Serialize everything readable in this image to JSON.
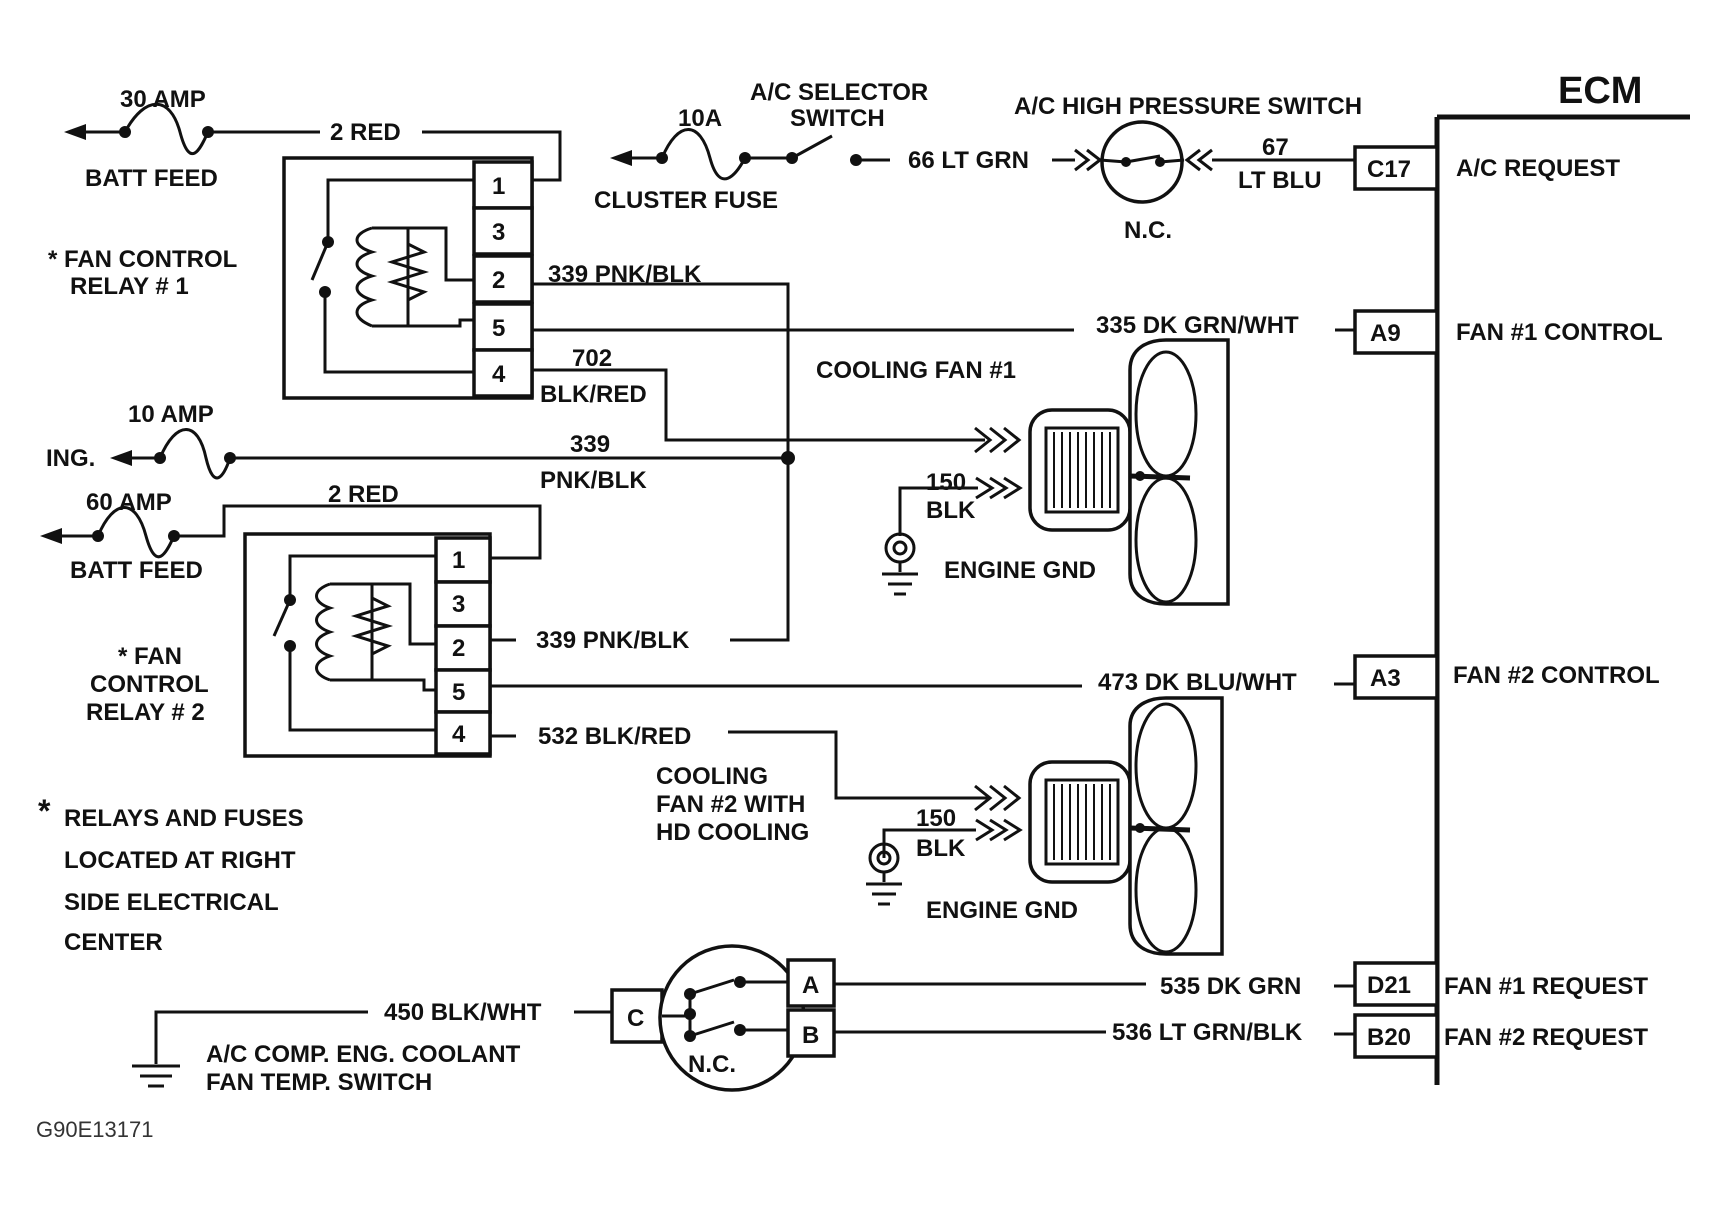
{
  "ecm": {
    "title": "ECM",
    "pins": [
      {
        "id": "C17",
        "label": "A/C REQUEST"
      },
      {
        "id": "A9",
        "label": "FAN #1 CONTROL"
      },
      {
        "id": "A3",
        "label": "FAN #2 CONTROL"
      },
      {
        "id": "D21",
        "label": "FAN #1 REQUEST"
      },
      {
        "id": "B20",
        "label": "FAN #2 REQUEST"
      }
    ]
  },
  "fuses": {
    "f30": {
      "rating": "30 AMP",
      "feed": "BATT FEED"
    },
    "f10a": {
      "rating": "10A",
      "name": "CLUSTER FUSE"
    },
    "f10": {
      "rating": "10 AMP",
      "feed": "ING."
    },
    "f60": {
      "rating": "60 AMP",
      "feed": "BATT FEED"
    }
  },
  "relay1": {
    "label_l1": "* FAN CONTROL",
    "label_l2": "RELAY # 1",
    "terminals": [
      "1",
      "3",
      "2",
      "5",
      "4"
    ]
  },
  "relay2": {
    "label_l1": "* FAN",
    "label_l2": "CONTROL",
    "label_l3": "RELAY # 2",
    "terminals": [
      "1",
      "3",
      "2",
      "5",
      "4"
    ]
  },
  "switches": {
    "ac_selector_l1": "A/C SELECTOR",
    "ac_selector_l2": "SWITCH",
    "hp_switch": "A/C HIGH PRESSURE SWITCH",
    "hp_nc": "N.C.",
    "temp_switch_l1": "A/C COMP. ENG. COOLANT",
    "temp_switch_l2": "FAN TEMP. SWITCH",
    "temp_nc": "N.C.",
    "temp_pins": [
      "C",
      "A",
      "B"
    ]
  },
  "wires": {
    "w2red_top": "2 RED",
    "w66": "66  LT GRN",
    "w67_num": "67",
    "w67_color": "LT BLU",
    "w339_r1": "339 PNK/BLK",
    "w335": "335 DK GRN/WHT",
    "w702_num": "702",
    "w702_color": "BLK/RED",
    "w339_num": "339",
    "w339_color": "PNK/BLK",
    "w2red_r2": "2 RED",
    "w339_r2": "339 PNK/BLK",
    "w473": "473 DK BLU/WHT",
    "w532": "532 BLK/RED",
    "w150a_num": "150",
    "w150a_color": "BLK",
    "w150b_num": "150",
    "w150b_color": "BLK",
    "w450": "450 BLK/WHT",
    "w535": "535  DK GRN",
    "w536": "536  LT GRN/BLK"
  },
  "fans": {
    "fan1": "COOLING FAN #1",
    "fan2_l1": "COOLING",
    "fan2_l2": "FAN #2 WITH",
    "fan2_l3": "HD COOLING",
    "gnd1": "ENGINE GND",
    "gnd2": "ENGINE GND"
  },
  "note": {
    "star": "*",
    "l1": "RELAYS AND FUSES",
    "l2": "LOCATED AT RIGHT",
    "l3": "SIDE ELECTRICAL",
    "l4": "CENTER"
  },
  "figure_code": "G90E13171"
}
